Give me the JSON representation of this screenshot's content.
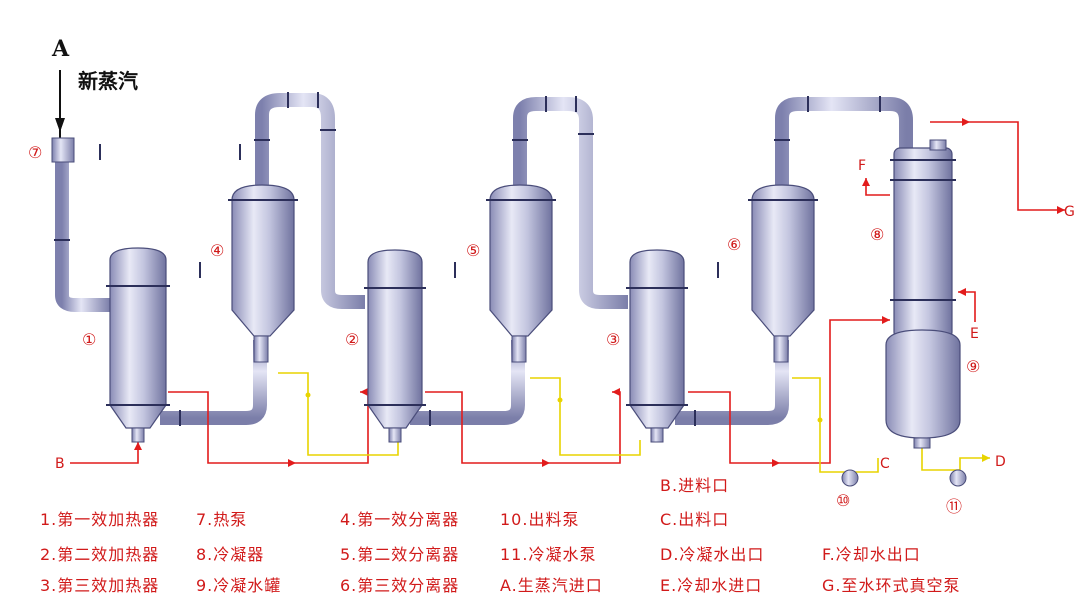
{
  "top_label": {
    "letter": "A",
    "caption": "新蒸汽"
  },
  "circle_markers": {
    "heater_1": "①",
    "heater_2": "②",
    "heater_3": "③",
    "separator_4": "④",
    "separator_5": "⑤",
    "separator_6": "⑥",
    "thermo_pump_7": "⑦",
    "condenser_8": "⑧",
    "condensate_tank_9": "⑨",
    "discharge_pump_10": "⑩",
    "condensate_pump_11": "⑪"
  },
  "port_letters": {
    "B": "B",
    "C": "C",
    "D": "D",
    "E": "E",
    "F": "F",
    "G": "G"
  },
  "legend": {
    "col1": [
      "1.第一效加热器",
      "2.第二效加热器",
      "3.第三效加热器"
    ],
    "col2": [
      "7.热泵",
      "8.冷凝器",
      "9.冷凝水罐"
    ],
    "col3": [
      "4.第一效分离器",
      "5.第二效分离器",
      "6.第三效分离器"
    ],
    "col4": [
      "10.出料泵",
      "11.冷凝水泵",
      "A.生蒸汽进口"
    ],
    "col5": [
      "B.进料口",
      "C.出料口",
      "D.冷凝水出口",
      "E.冷却水进口"
    ],
    "col6": [
      "F.冷却水出口",
      "G.至水环式真空泵"
    ]
  },
  "colors": {
    "vessel": "#c9cbe3",
    "vessel_dark": "#5b5f8f",
    "red_line": "#e21c1c",
    "yellow_line": "#e8d400",
    "label_red": "#d11a1a"
  }
}
